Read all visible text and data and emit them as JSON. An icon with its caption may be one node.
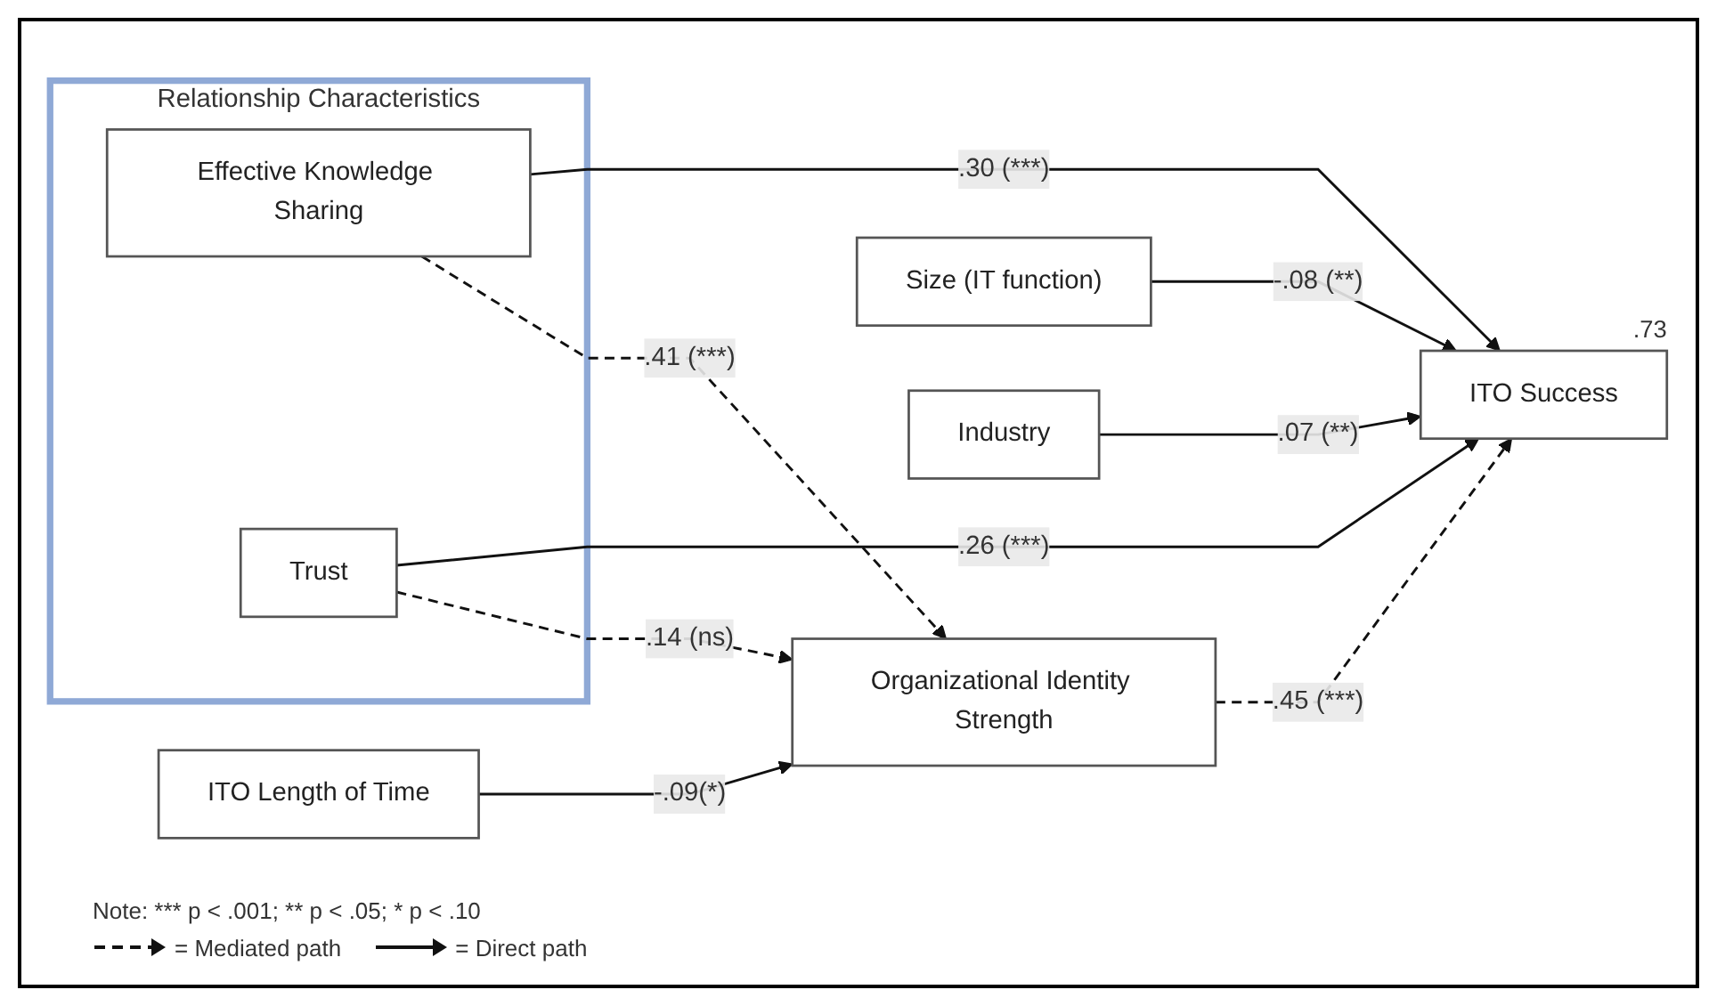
{
  "diagram": {
    "nodes": [
      {
        "text": [
          "Relationship Characteristics"
        ]
      },
      {
        "text": [
          "Effective Knowledge Sharing"
        ],
        "in": 0
      },
      {
        "text": [
          "Trust"
        ],
        "in": 0
      },
      {
        "text": [
          "Organizational Identity Strength"
        ]
      },
      {
        "text": [
          "ITO Success"
        ],
        "beside": [
          ".73"
        ]
      },
      {
        "text": [
          "ITO Length of Time"
        ]
      },
      {
        "text": [
          "Size (IT function)"
        ]
      },
      {
        "text": [
          "Industry"
        ]
      }
    ],
    "edges": [
      {
        "from": 1,
        "to": 3,
        "arrow": "to",
        "style": "dashed",
        "label": ".41 (***)"
      },
      {
        "from": 2,
        "to": 3,
        "arrow": "to",
        "style": "dashed",
        "label": ".14 (ns)"
      },
      {
        "from": 3,
        "to": 4,
        "arrow": "to",
        "style": "dashed",
        "label": ".45 (***)"
      },
      {
        "from": 1,
        "to": 4,
        "arrow": "to",
        "label": ".30 (***)"
      },
      {
        "from": 2,
        "to": 4,
        "arrow": "to",
        "label": ".26 (***)"
      },
      {
        "from": 5,
        "to": 3,
        "arrow": "to",
        "label": "-.09(*)"
      },
      {
        "from": 6,
        "to": 4,
        "arrow": "to",
        "label": "-.08 (**)"
      },
      {
        "from": 7,
        "to": 4,
        "arrow": "to",
        "label": ".07 (**)"
      }
    ],
    "labels": [
      "Note: *** p < .001; ** p < .05; * p < .10"
    ],
    "legend": [
      {
        "text": "= Mediated path"
      },
      {
        "text": "= Direct path"
      }
    ]
  }
}
